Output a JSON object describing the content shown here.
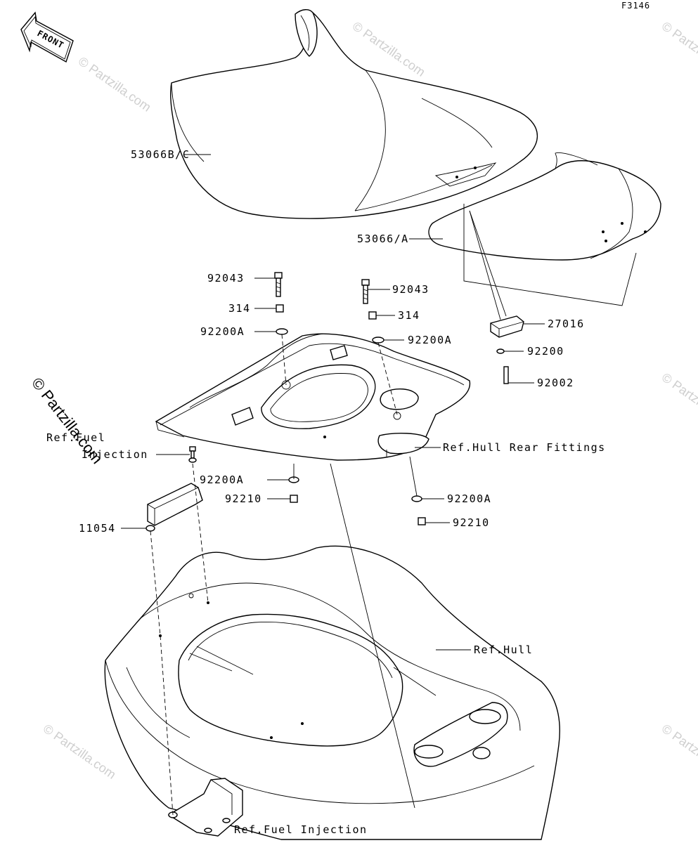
{
  "diagram_code": "F3146",
  "front_arrow_label": "FRONT",
  "watermark": "© Partzilla.com",
  "colors": {
    "ink": "#000000",
    "paper": "#ffffff",
    "watermark": "#cfcfcf"
  },
  "labels": {
    "seat_front": "53066B/C",
    "seat_rear": "53066/A",
    "bolt_left": "92043",
    "nut_left": "314",
    "washer_left": "92200A",
    "bolt_right": "92043",
    "nut_right": "314",
    "washer_right": "92200A",
    "bracket_top": "27016",
    "washer_bracket": "92200",
    "bolt_bracket": "92002",
    "ref_fuel_injection_top_1": "Ref.Fuel",
    "ref_fuel_injection_top_2": "Injection",
    "ref_hull_rear_fittings": "Ref.Hull Rear Fittings",
    "washer_lower_left": "92200A",
    "nut_lower_left": "92210",
    "washer_lower_right": "92200A",
    "nut_lower_right": "92210",
    "bracket_11054": "11054",
    "ref_hull": "Ref.Hull",
    "ref_fuel_injection_bottom": "Ref.Fuel Injection"
  }
}
